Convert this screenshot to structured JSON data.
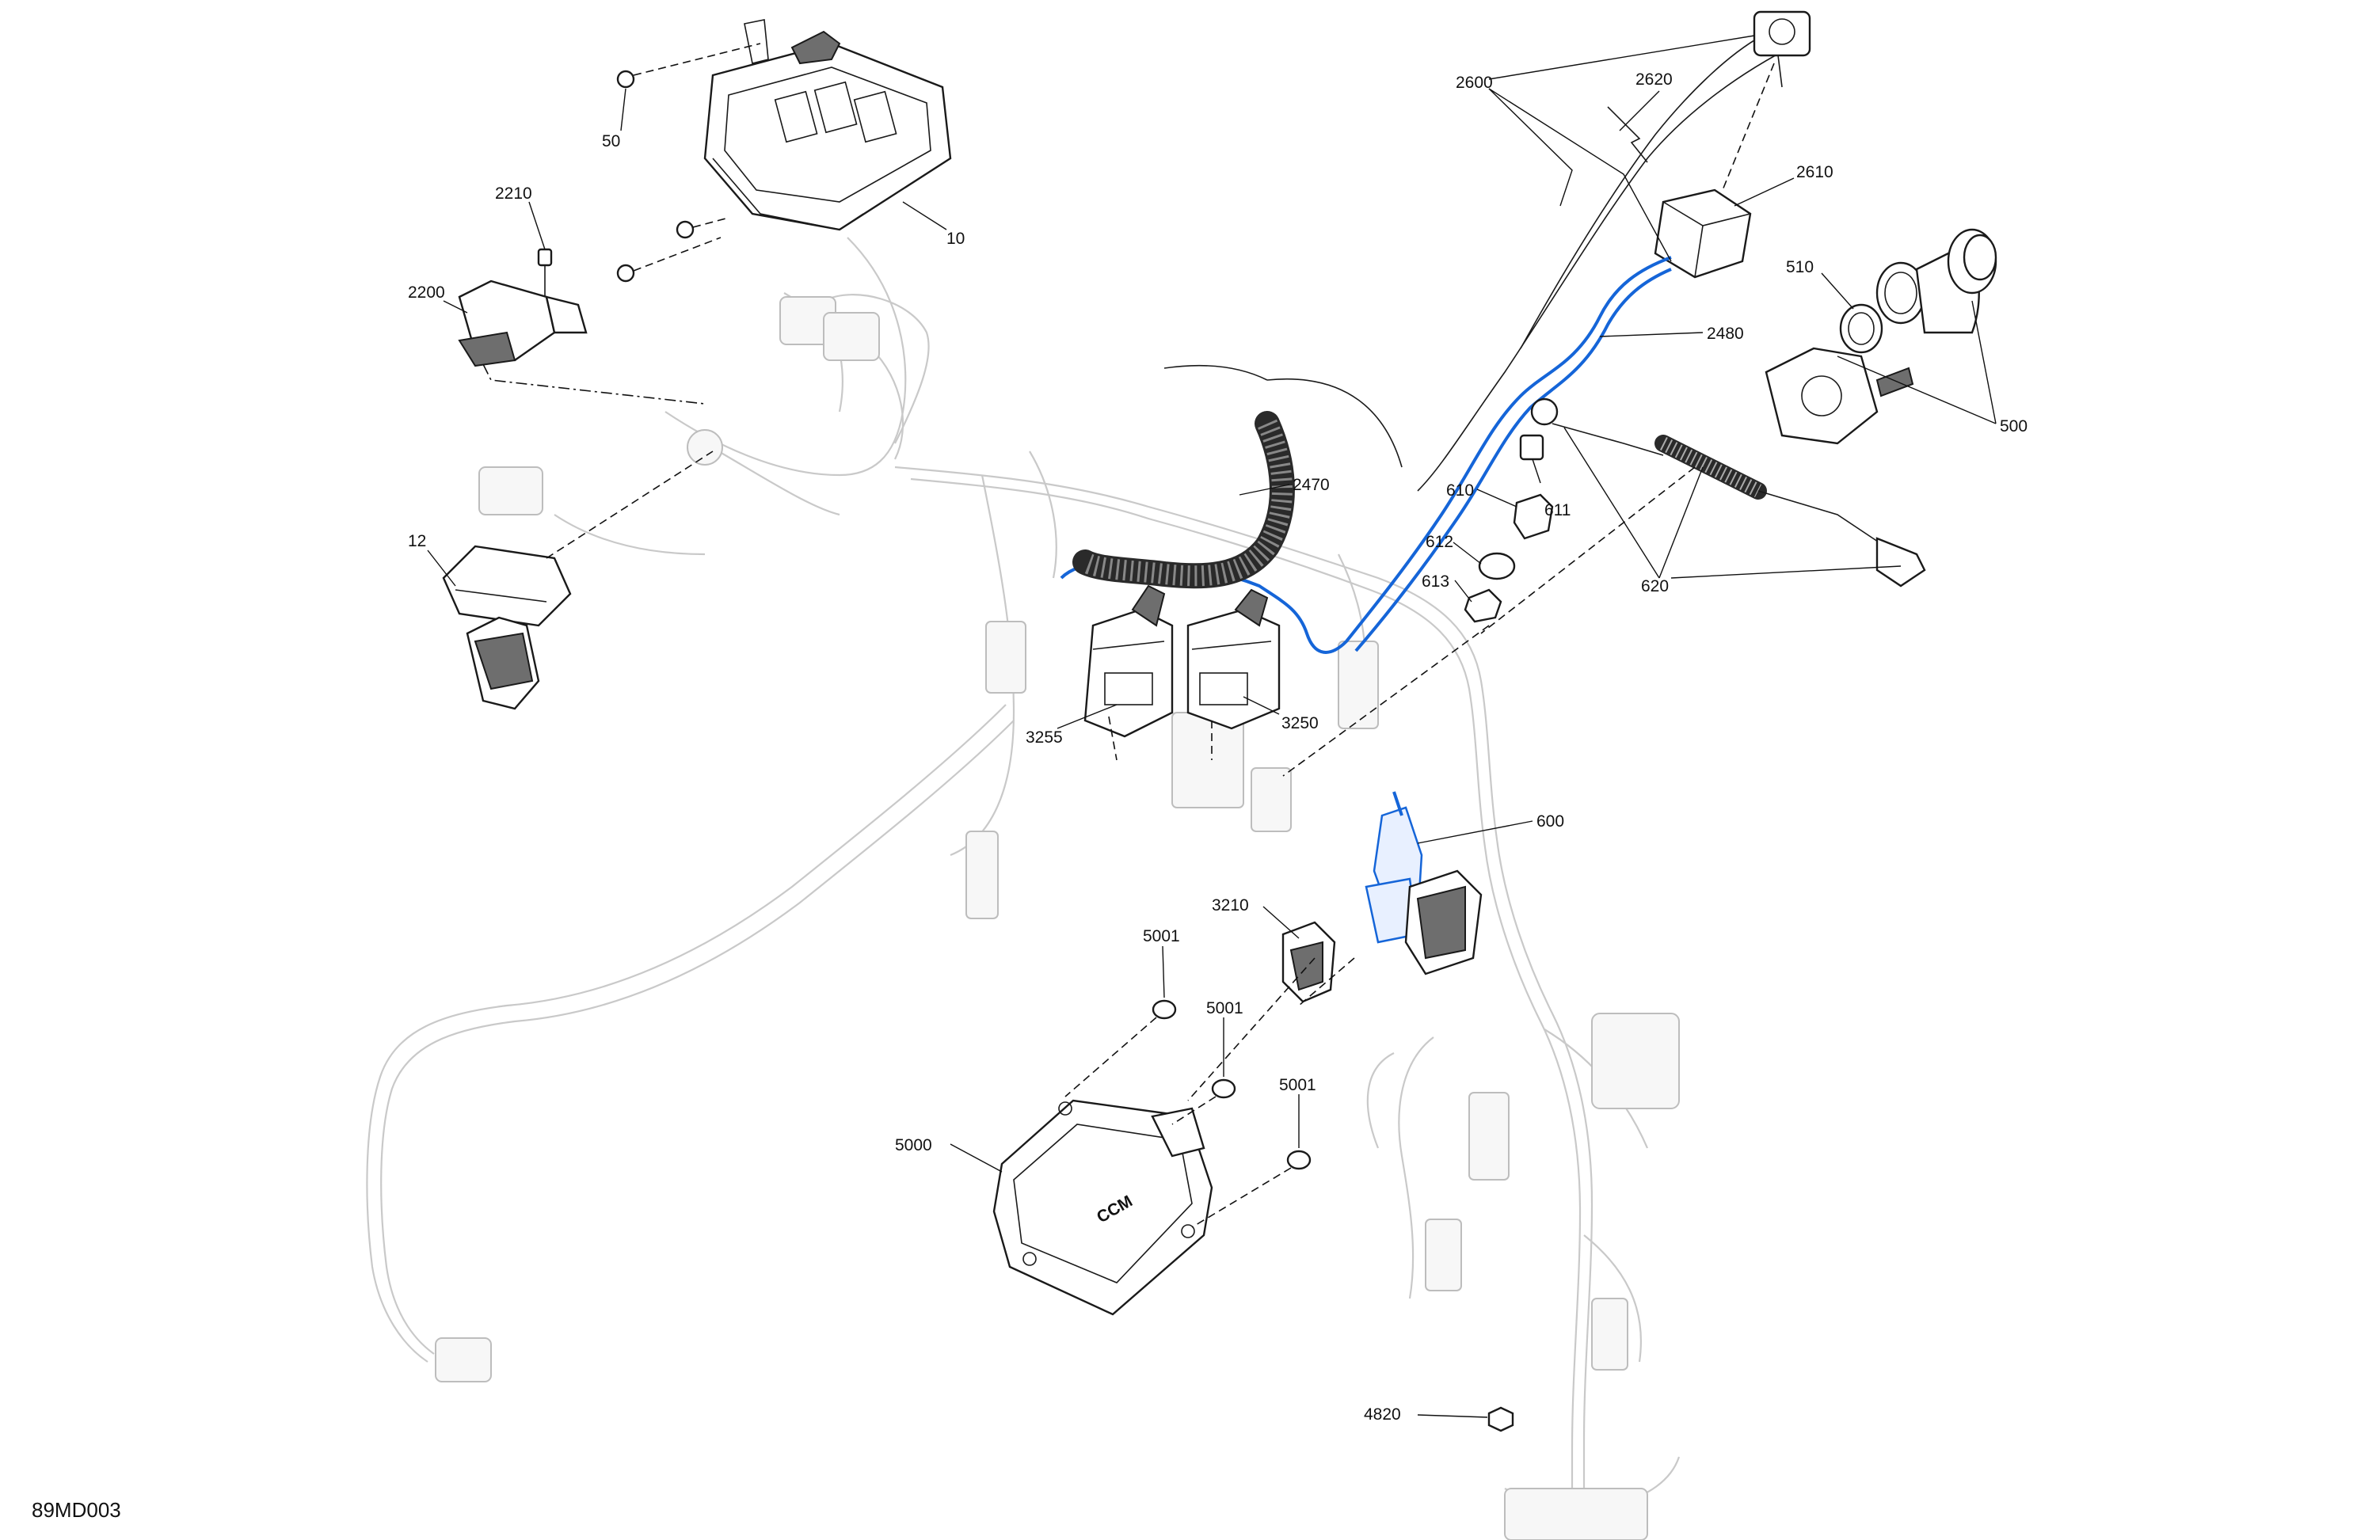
{
  "diagram": {
    "drawing_code": "89MD003",
    "highlight_color": "#1565d8",
    "callouts": [
      {
        "id": "c-50",
        "text": "50"
      },
      {
        "id": "c-10",
        "text": "10"
      },
      {
        "id": "c-2210",
        "text": "2210"
      },
      {
        "id": "c-2200",
        "text": "2200"
      },
      {
        "id": "c-12",
        "text": "12"
      },
      {
        "id": "c-2470",
        "text": "2470"
      },
      {
        "id": "c-3255",
        "text": "3255"
      },
      {
        "id": "c-3250",
        "text": "3250"
      },
      {
        "id": "c-2600",
        "text": "2600"
      },
      {
        "id": "c-2620",
        "text": "2620"
      },
      {
        "id": "c-2610",
        "text": "2610"
      },
      {
        "id": "c-2480",
        "text": "2480"
      },
      {
        "id": "c-510",
        "text": "510"
      },
      {
        "id": "c-500",
        "text": "500"
      },
      {
        "id": "c-610",
        "text": "610"
      },
      {
        "id": "c-611",
        "text": "611"
      },
      {
        "id": "c-612",
        "text": "612"
      },
      {
        "id": "c-613",
        "text": "613"
      },
      {
        "id": "c-620",
        "text": "620"
      },
      {
        "id": "c-600",
        "text": "600"
      },
      {
        "id": "c-3210",
        "text": "3210"
      },
      {
        "id": "c-5001a",
        "text": "5001"
      },
      {
        "id": "c-5001b",
        "text": "5001"
      },
      {
        "id": "c-5001c",
        "text": "5001"
      },
      {
        "id": "c-5000",
        "text": "5000"
      },
      {
        "id": "c-4820",
        "text": "4820"
      }
    ],
    "module_marking": "CCM"
  }
}
